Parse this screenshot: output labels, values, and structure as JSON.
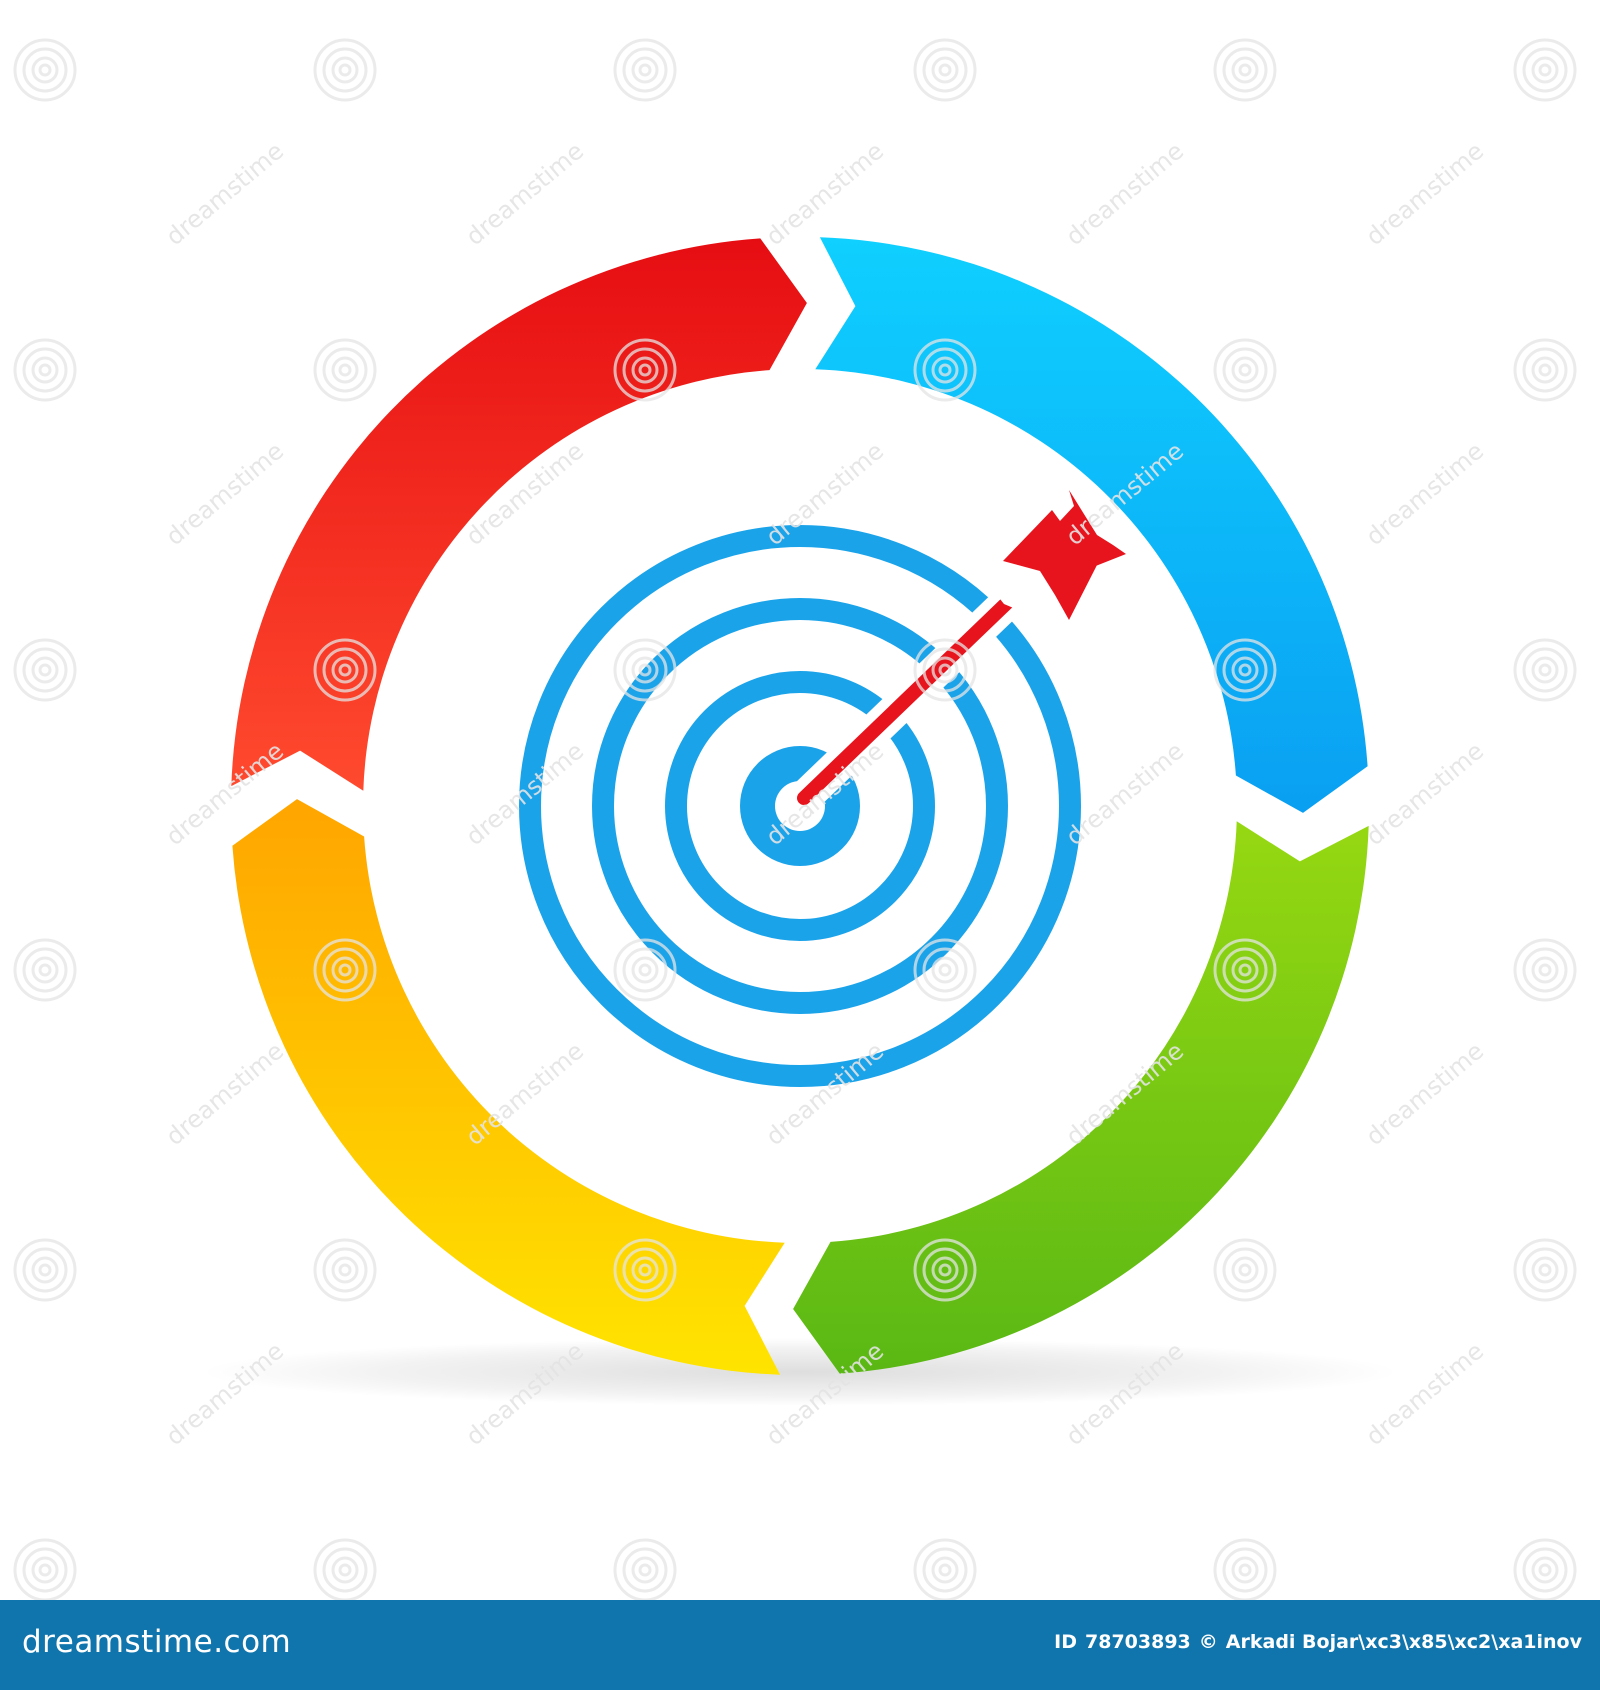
{
  "image": {
    "description": "Four-step cycle of arrows surrounding a bullseye target with a dart",
    "background_color": "#ffffff"
  },
  "cycle_arrows": [
    {
      "name": "red-arrow",
      "gradient_start": "#e60d12",
      "gradient_end": "#ff4a2e"
    },
    {
      "name": "blue-arrow",
      "gradient_start": "#0fd0ff",
      "gradient_end": "#0a9ff2"
    },
    {
      "name": "green-arrow",
      "gradient_start": "#96d812",
      "gradient_end": "#5ab814"
    },
    {
      "name": "orange-yellow-arrow",
      "gradient_start": "#ffa500",
      "gradient_end": "#ffe400"
    }
  ],
  "target": {
    "ring_color": "#1ba3ea",
    "ring_count": 4,
    "dart_color": "#e8141d"
  },
  "watermark": {
    "text": "dreamstime",
    "color": "#e4e4e4"
  },
  "footer": {
    "background_color": "#1175ad",
    "brand": "dreamstime.com",
    "id_label": "ID",
    "id_value": "78703893",
    "copyright_symbol": "©",
    "author": "Arkadi Bojar\\xc3\\x85\\xc2\\xa1inov"
  }
}
